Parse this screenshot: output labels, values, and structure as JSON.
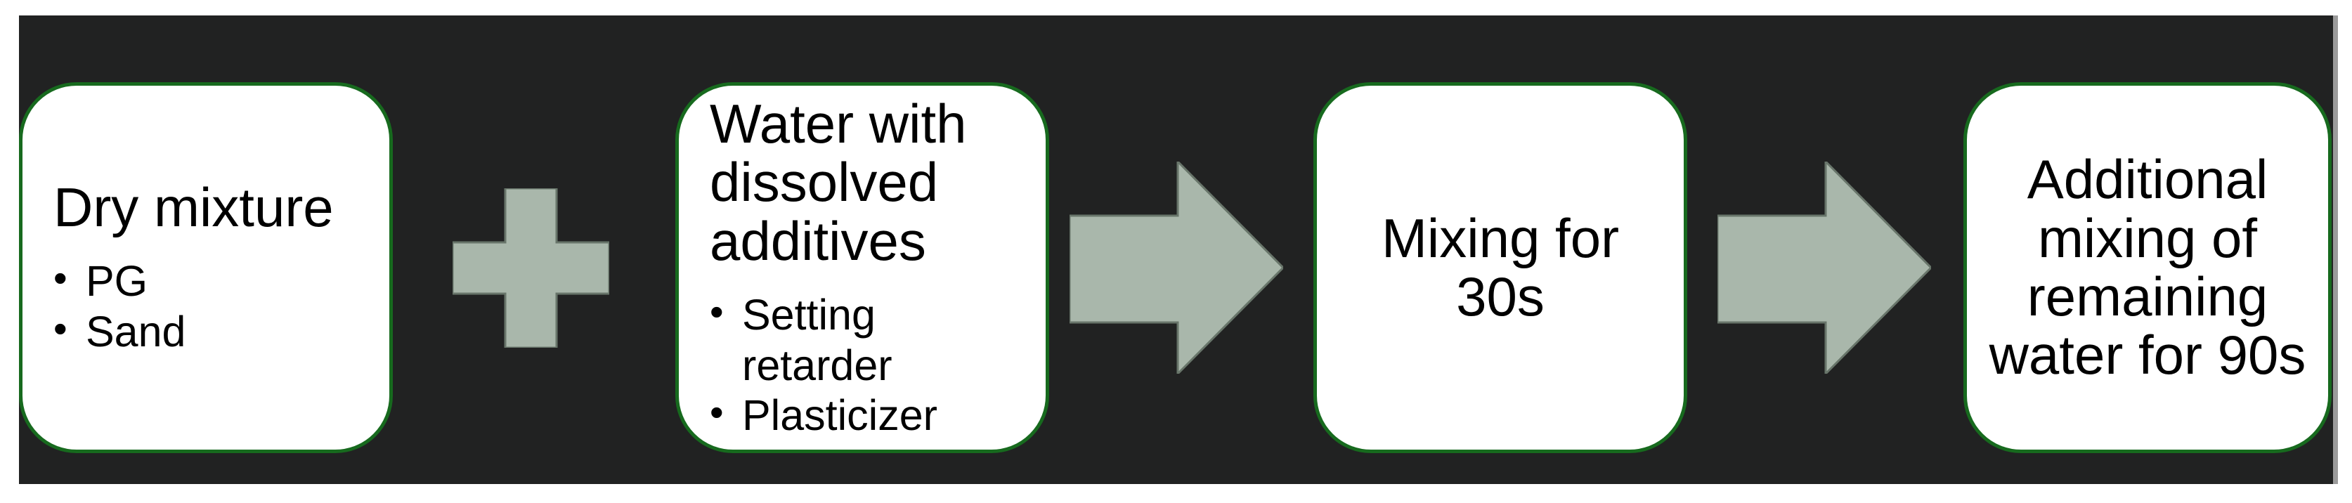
{
  "colors": {
    "page_bg": "#ffffff",
    "slide_bg": "#212222",
    "box_bg": "#ffffff",
    "box_border": "#176a1e",
    "shape_fill": "#a9b7ab",
    "shape_stroke": "#68756a",
    "text": "#000000",
    "edge_strip": "#9b9b9b"
  },
  "flow": {
    "boxes": [
      {
        "title": "Dry mixture",
        "bullets": [
          "PG",
          "Sand"
        ]
      },
      {
        "title": "Water with\ndissolved\nadditives",
        "bullets": [
          "Setting retarder",
          "Plasticizer"
        ]
      },
      {
        "title": "Mixing for\n30s",
        "bullets": []
      },
      {
        "title": "Additional\nmixing of\nremaining\nwater for 90s",
        "bullets": []
      }
    ],
    "connectors": [
      {
        "type": "plus"
      },
      {
        "type": "arrow"
      },
      {
        "type": "arrow"
      }
    ]
  }
}
